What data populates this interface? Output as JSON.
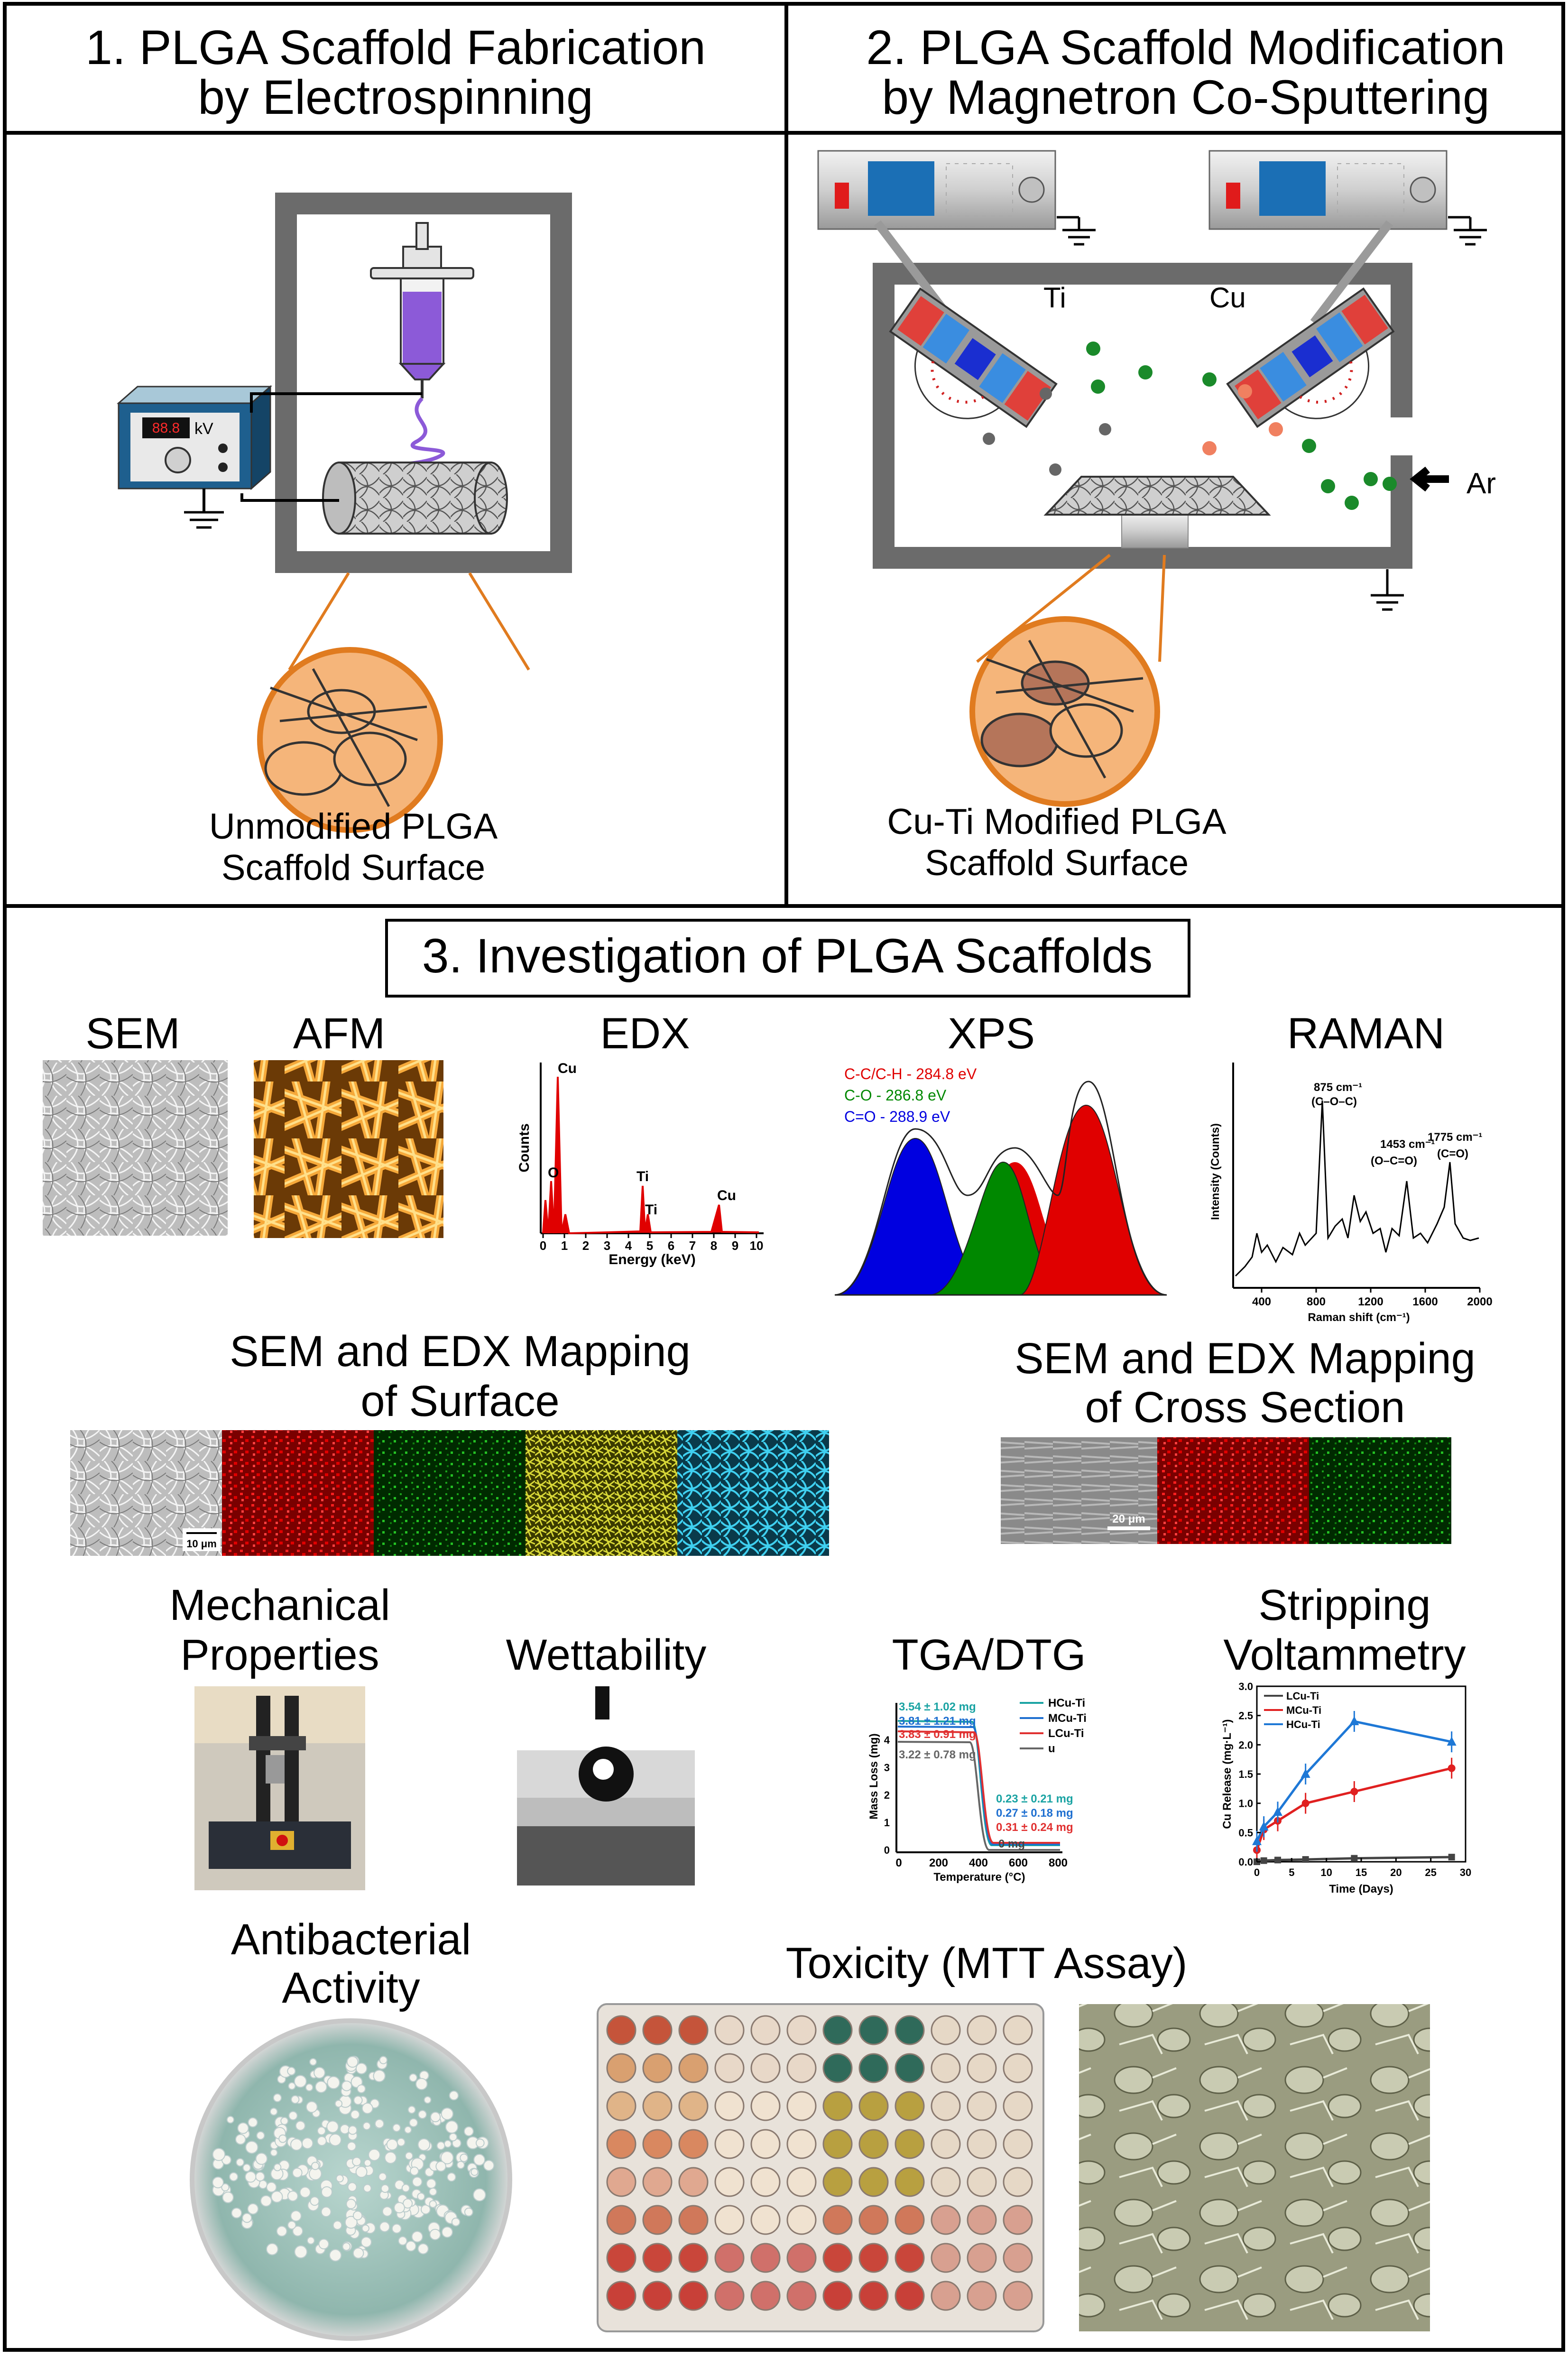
{
  "panel1": {
    "title_line1": "1. PLGA Scaffold Fabrication",
    "title_line2": "by Electrospinning",
    "power_unit": "kV",
    "caption_line1": "Unmodified PLGA",
    "caption_line2": "Scaffold Surface"
  },
  "panel2": {
    "title_line1": "2. PLGA Scaffold Modification",
    "title_line2": "by Magnetron Co-Sputtering",
    "target_left": "Ti",
    "target_right": "Cu",
    "gas": "Ar",
    "caption_line1": "Cu-Ti Modified PLGA",
    "caption_line2": "Scaffold Surface"
  },
  "panel3": {
    "title": "3. Investigation of PLGA Scaffolds",
    "sem": "SEM",
    "afm": "AFM",
    "edx": {
      "title": "EDX",
      "ylabel": "Counts",
      "xlabel": "Energy (keV)",
      "peaks": {
        "cu1": "Cu",
        "o": "O",
        "ti1": "Ti",
        "ti2": "Ti",
        "cu2": "Cu"
      },
      "xticks": [
        "0",
        "1",
        "2",
        "3",
        "4",
        "5",
        "6",
        "7",
        "8",
        "9",
        "10"
      ]
    },
    "xps": {
      "title": "XPS",
      "line1": "C-C/C-H - 284.8 eV",
      "line2": "C-O - 286.8 eV",
      "line3": "C=O - 288.9 eV",
      "color1": "#e00000",
      "color2": "#008800",
      "color3": "#0000e0"
    },
    "raman": {
      "title": "RAMAN",
      "ylabel": "Intensity (Counts)",
      "xlabel": "Raman shift (cm⁻¹)",
      "peak1": "875 cm⁻¹",
      "peak1b": "(C–O–C)",
      "peak2": "1453 cm⁻¹",
      "peak2b": "(O–C=O)",
      "peak3": "1775 cm⁻¹",
      "peak3b": "(C=O)",
      "xticks": [
        "400",
        "800",
        "1200",
        "1600",
        "2000"
      ]
    },
    "map_surface": {
      "title_line1": "SEM and EDX Mapping",
      "title_line2": "of Surface",
      "scale": "10 μm"
    },
    "map_cross": {
      "title_line1": "SEM and EDX Mapping",
      "title_line2": "of Cross Section",
      "scale": "20 μm"
    },
    "mechanical": {
      "line1": "Mechanical",
      "line2": "Properties"
    },
    "wettability": "Wettability",
    "tga": {
      "title": "TGA/DTG",
      "ylabel": "Mass Loss (mg)",
      "xlabel": "Temperature (°C)",
      "legend": [
        "HCu-Ti",
        "MCu-Ti",
        "LCu-Ti",
        "u"
      ],
      "ann_left": [
        "3.54 ± 1.02 mg",
        "3.81 ± 1.21 mg",
        "3.83 ± 0.91 mg",
        "3.22 ± 0.78 mg"
      ],
      "ann_right": [
        "0.23 ± 0.21 mg",
        "0.27 ± 0.18 mg",
        "0.31 ± 0.24 mg"
      ],
      "ann_zero": "0 mg",
      "xticks": [
        "0",
        "200",
        "400",
        "600",
        "800"
      ],
      "yticks": [
        "0",
        "1",
        "2",
        "3",
        "4"
      ]
    },
    "stripping": {
      "title_line1": "Stripping",
      "title_line2": "Voltammetry",
      "ylabel": "Cu Release (mg·L⁻¹)",
      "xlabel": "Time (Days)",
      "xticks": [
        "0",
        "5",
        "10",
        "15",
        "20",
        "25",
        "30"
      ],
      "yticks": [
        "0.0",
        "0.5",
        "1.0",
        "1.5",
        "2.0",
        "2.5",
        "3.0"
      ]
    },
    "antibacterial": {
      "line1": "Antibacterial",
      "line2": "Activity"
    },
    "toxicity": "Toxicity (MTT Assay)"
  },
  "chart_data": [
    {
      "type": "line",
      "title": "Stripping Voltammetry",
      "xlabel": "Time (Days)",
      "ylabel": "Cu Release (mg·L⁻¹)",
      "xlim": [
        0,
        30
      ],
      "ylim": [
        0,
        3
      ],
      "x": [
        0,
        1,
        3,
        7,
        14,
        28
      ],
      "series": [
        {
          "name": "LCu-Ti",
          "color": "#444444",
          "values": [
            0.0,
            0.02,
            0.03,
            0.04,
            0.06,
            0.08
          ]
        },
        {
          "name": "MCu-Ti",
          "color": "#e02020",
          "values": [
            0.2,
            0.55,
            0.7,
            1.0,
            1.2,
            1.6
          ]
        },
        {
          "name": "HCu-Ti",
          "color": "#1e78d6",
          "values": [
            0.35,
            0.6,
            0.85,
            1.5,
            2.4,
            2.05
          ]
        }
      ]
    }
  ]
}
